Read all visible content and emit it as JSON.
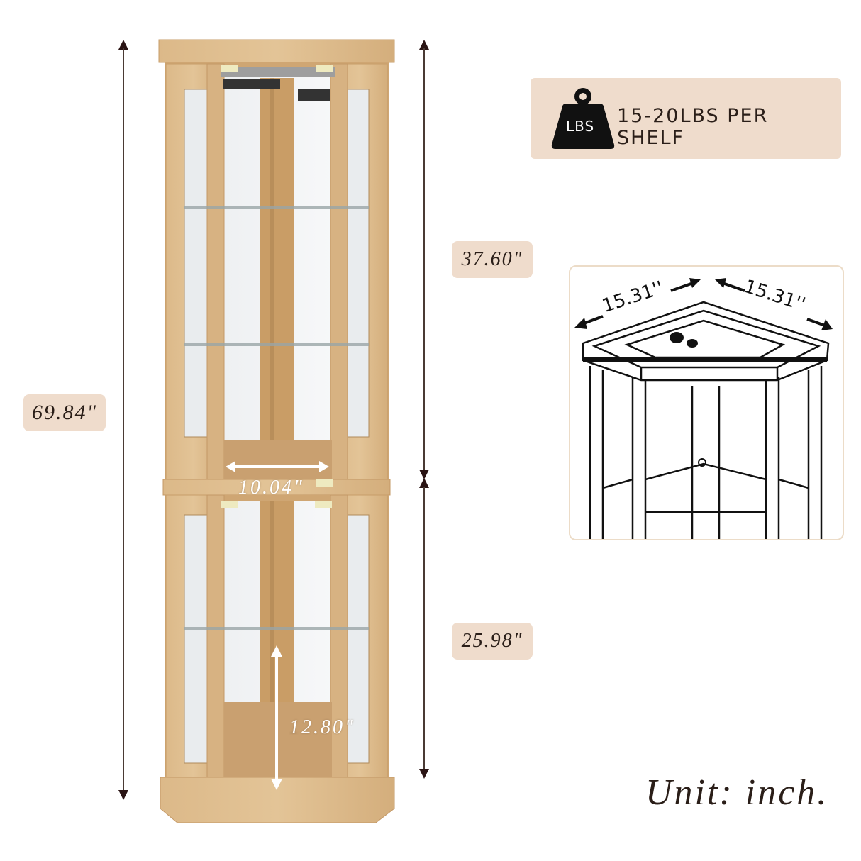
{
  "product": {
    "type": "corner curio cabinet",
    "finish_color": "#d9b483"
  },
  "dimensions": {
    "total_height": "69.84\"",
    "upper_height": "37.60\"",
    "lower_height": "25.98\"",
    "inner_width": "10.04\"",
    "lower_clearance": "12.80\"",
    "side_a": "15.31''",
    "side_b": "15.31''"
  },
  "weight_badge": {
    "icon": "weight-icon",
    "icon_label": "LBS",
    "text": "15-20LBS PER SHELF"
  },
  "unit_note": "Unit: inch.",
  "colors": {
    "label_bg": "#efdccc",
    "text": "#2a1e18",
    "wood": "#d9b483",
    "wood_dark": "#c79d69",
    "arrow": "#2a1414"
  }
}
